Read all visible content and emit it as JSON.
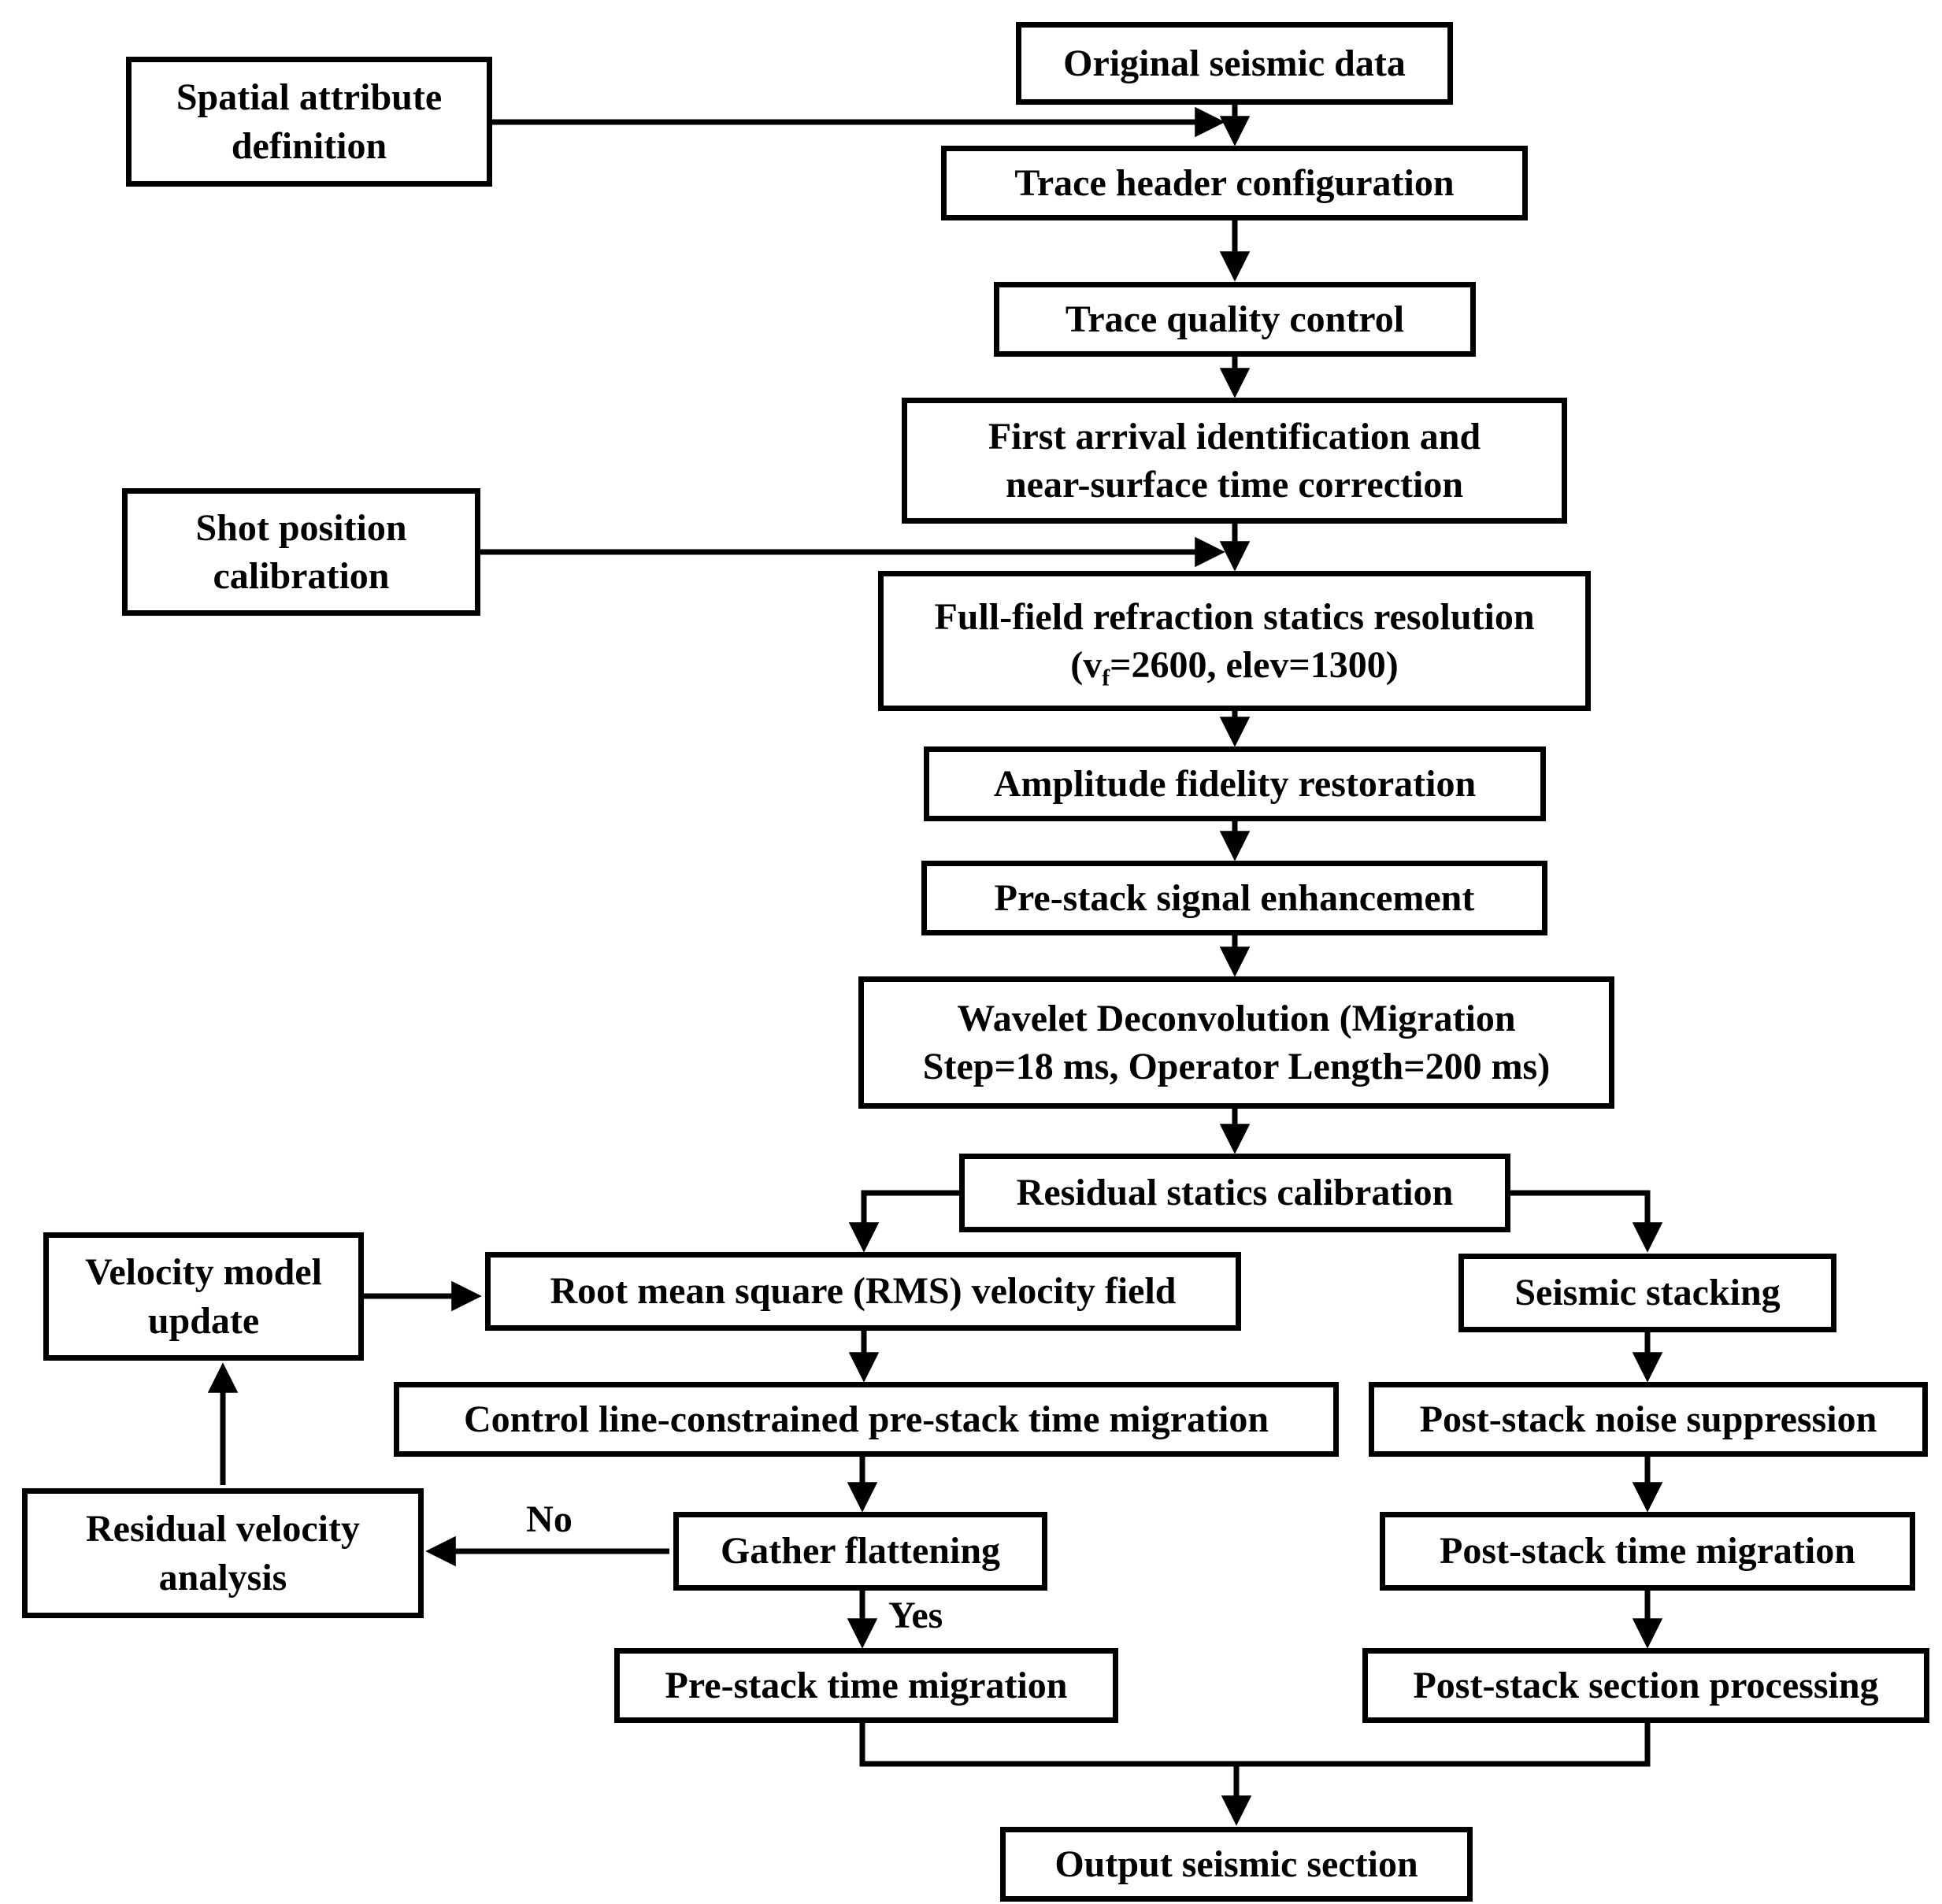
{
  "diagram": {
    "nodes": {
      "original": {
        "label": "Original seismic data"
      },
      "spatial": {
        "line1": "Spatial attribute",
        "line2": "definition"
      },
      "trace_header": {
        "label": "Trace header configuration"
      },
      "trace_qc": {
        "label": "Trace quality control"
      },
      "first_arrival": {
        "line1": "First arrival identification and",
        "line2": "near-surface time correction"
      },
      "shot_position": {
        "line1": "Shot position",
        "line2": "calibration"
      },
      "full_field": {
        "line1": "Full-field refraction statics resolution",
        "line2_pre": "(v",
        "line2_sub": "f",
        "line2_post": "=2600, elev=1300)"
      },
      "amplitude": {
        "label": "Amplitude fidelity restoration"
      },
      "prestack_signal": {
        "label": "Pre-stack signal enhancement"
      },
      "wavelet": {
        "line1": "Wavelet Deconvolution (Migration",
        "line2": "Step=18 ms, Operator Length=200 ms)"
      },
      "residual_statics": {
        "label": "Residual statics calibration"
      },
      "velocity_update": {
        "line1": "Velocity model",
        "line2": "update"
      },
      "rms": {
        "label": "Root mean square (RMS) velocity field"
      },
      "seismic_stacking": {
        "label": "Seismic stacking"
      },
      "control_line": {
        "label": "Control line-constrained pre-stack time migration"
      },
      "post_noise": {
        "label": "Post-stack noise suppression"
      },
      "residual_velocity": {
        "line1": "Residual velocity",
        "line2": "analysis"
      },
      "gather": {
        "label": "Gather flattening"
      },
      "post_time_mig": {
        "label": "Post-stack time migration"
      },
      "prestack_mig": {
        "label": "Pre-stack time migration"
      },
      "post_section": {
        "label": "Post-stack section processing"
      },
      "output": {
        "label": "Output seismic section"
      }
    },
    "edge_labels": {
      "yes": "Yes",
      "no": "No"
    },
    "edges": [
      {
        "from": "original",
        "to": "trace_header"
      },
      {
        "from": "spatial",
        "to": "trace_header"
      },
      {
        "from": "trace_header",
        "to": "trace_qc"
      },
      {
        "from": "trace_qc",
        "to": "first_arrival"
      },
      {
        "from": "first_arrival",
        "to": "full_field"
      },
      {
        "from": "shot_position",
        "to": "full_field"
      },
      {
        "from": "full_field",
        "to": "amplitude"
      },
      {
        "from": "amplitude",
        "to": "prestack_signal"
      },
      {
        "from": "prestack_signal",
        "to": "wavelet"
      },
      {
        "from": "wavelet",
        "to": "residual_statics"
      },
      {
        "from": "residual_statics",
        "to": "rms"
      },
      {
        "from": "residual_statics",
        "to": "seismic_stacking"
      },
      {
        "from": "velocity_update",
        "to": "rms"
      },
      {
        "from": "rms",
        "to": "control_line"
      },
      {
        "from": "control_line",
        "to": "gather"
      },
      {
        "from": "gather",
        "to": "residual_velocity",
        "label": "No"
      },
      {
        "from": "residual_velocity",
        "to": "velocity_update"
      },
      {
        "from": "gather",
        "to": "prestack_mig",
        "label": "Yes"
      },
      {
        "from": "seismic_stacking",
        "to": "post_noise"
      },
      {
        "from": "post_noise",
        "to": "post_time_mig"
      },
      {
        "from": "post_time_mig",
        "to": "post_section"
      },
      {
        "from": "prestack_mig",
        "to": "output"
      },
      {
        "from": "post_section",
        "to": "output"
      }
    ],
    "colors": {
      "line": "#000000",
      "box_border": "#000000",
      "background": "#ffffff",
      "text": "#000000"
    }
  }
}
